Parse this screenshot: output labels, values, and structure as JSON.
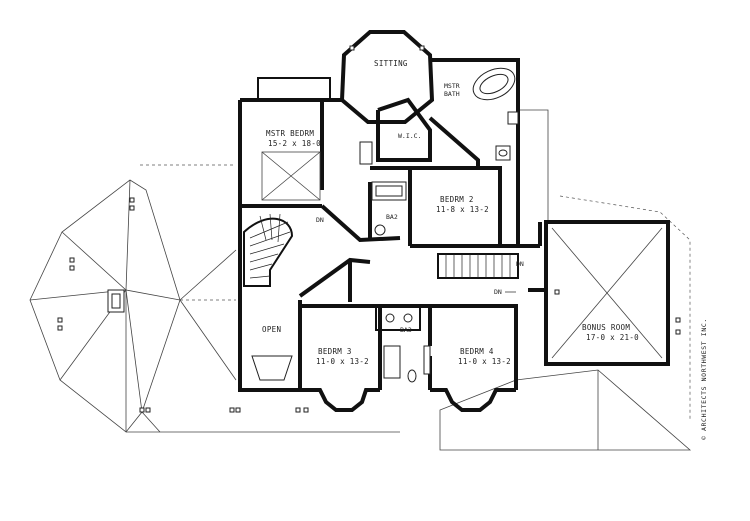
{
  "rooms": {
    "sitting": {
      "name": "SITTING",
      "dims": ""
    },
    "mstr_bath": {
      "name": "MSTR",
      "name2": "BATH"
    },
    "mstr_bedrm": {
      "name": "MSTR BEDRM",
      "dims": "15-2 x 18-0"
    },
    "wic": {
      "name": "W.I.C."
    },
    "bedrm2": {
      "name": "BEDRM 2",
      "dims": "11-8 x 13-2"
    },
    "ba2": {
      "name": "BA2"
    },
    "open": {
      "name": "OPEN"
    },
    "ba3": {
      "name": "BA3"
    },
    "bedrm3": {
      "name": "BEDRM 3",
      "dims": "11-0 x 13-2"
    },
    "bedrm4": {
      "name": "BEDRM 4",
      "dims": "11-0 x 13-2"
    },
    "bonus": {
      "name": "BONUS ROOM",
      "dims": "17-0 x 21-0"
    }
  },
  "stair_labels": {
    "dn1": "DN",
    "dn2": "DN",
    "dn3": "DN"
  },
  "credit": "© ARCHITECTS NORTHWEST INC."
}
